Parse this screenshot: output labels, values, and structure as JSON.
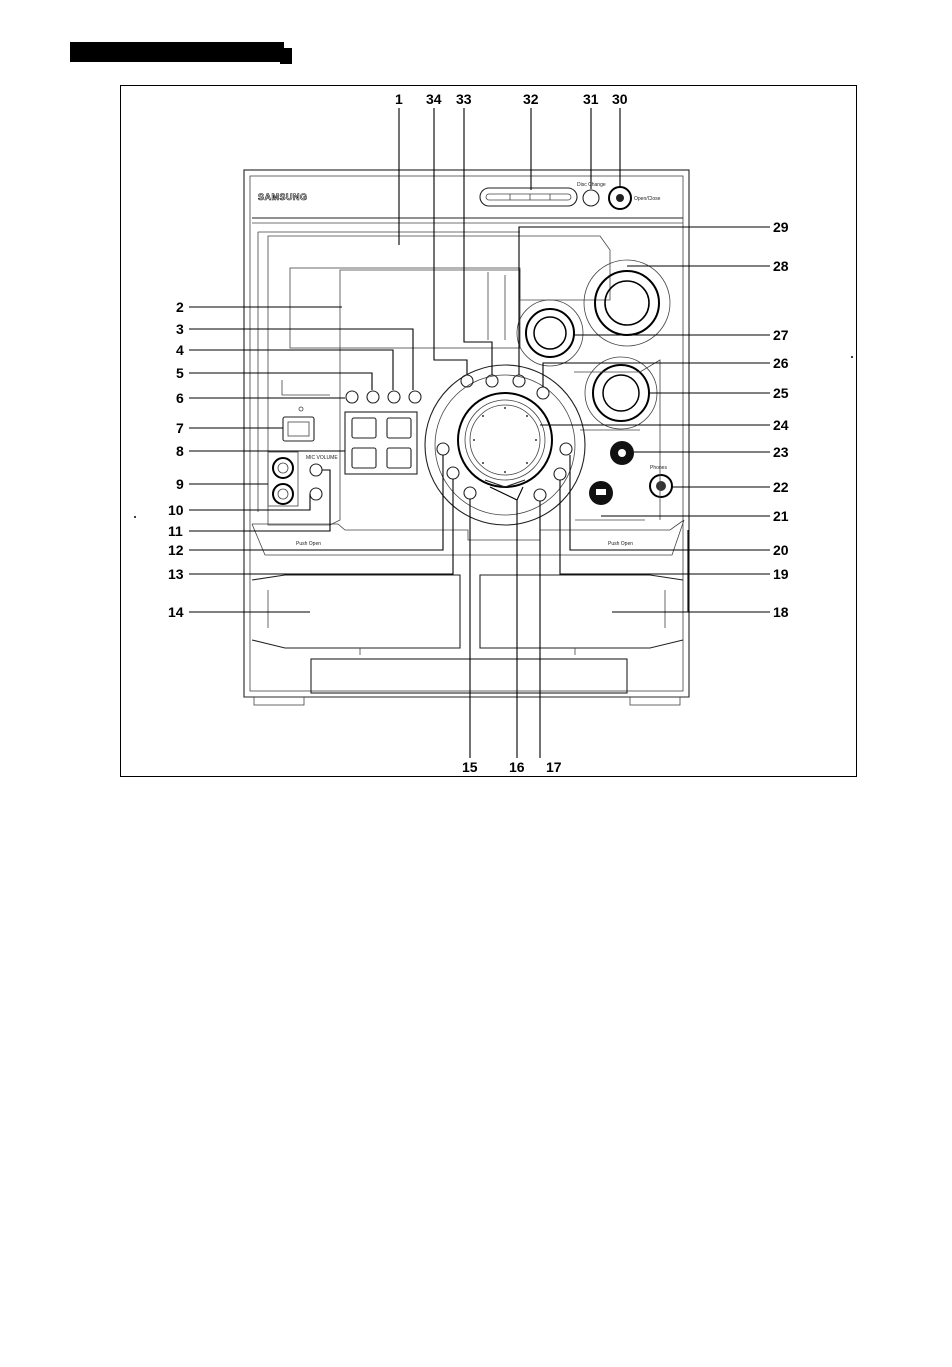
{
  "brand": "SAMSUNG",
  "callouts": {
    "c1": "1",
    "c2": "2",
    "c3": "3",
    "c4": "4",
    "c5": "5",
    "c6": "6",
    "c7": "7",
    "c8": "8",
    "c9": "9",
    "c10": "10",
    "c11": "11",
    "c12": "12",
    "c13": "13",
    "c14": "14",
    "c15": "15",
    "c16": "16",
    "c17": "17",
    "c18": "18",
    "c19": "19",
    "c20": "20",
    "c21": "21",
    "c22": "22",
    "c23": "23",
    "c24": "24",
    "c25": "25",
    "c26": "26",
    "c27": "27",
    "c28": "28",
    "c29": "29",
    "c30": "30",
    "c31": "31",
    "c32": "32",
    "c33": "33",
    "c34": "34"
  },
  "panel_labels": {
    "disc_change": "Disc Change",
    "open_close": "Open/Close",
    "phones": "Phones",
    "mic_volume": "MIC VOLUME",
    "push_open_left": "Push Open",
    "push_open_right": "Push Open"
  }
}
